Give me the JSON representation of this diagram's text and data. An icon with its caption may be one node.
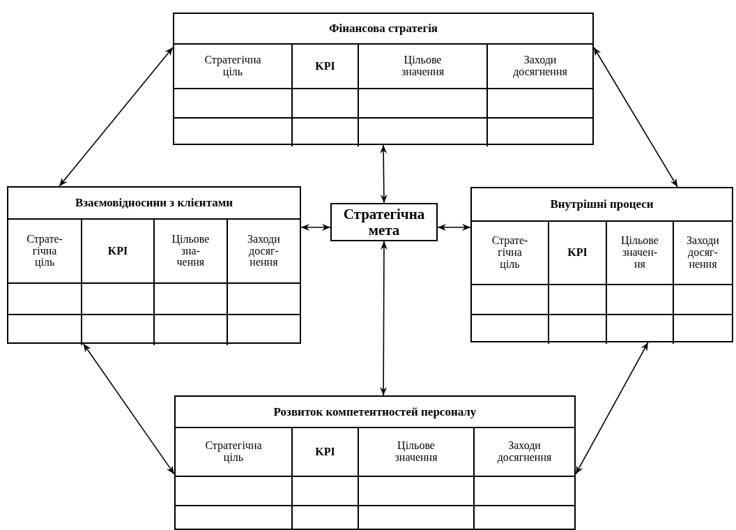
{
  "diagram": {
    "nodes": [
      {
        "text": [
          "Фінансова стратегія",
          "Стратегічна ціль",
          "KPI",
          "Цільове значення",
          "Заходи досягнення"
        ]
      },
      {
        "text": [
          "Взаємовідносини з клієнтами",
          "Страте- гічна ціль",
          "KPI",
          "Цільове зна- чення",
          "Заходи досяг- нення"
        ]
      },
      {
        "text": [
          "Внутрішні процеси",
          "Страте- гічна ціль",
          "KPI",
          "Цільове значен- ня",
          "Заходи досяг- нення"
        ]
      },
      {
        "text": [
          "Розвиток компетентностей персоналу",
          "Стратегічна ціль",
          "KPI",
          "Цільове значення",
          "Заходи досягнення"
        ]
      },
      {
        "text": [
          "Стратегічна мета"
        ]
      }
    ],
    "edges": [
      {
        "from": 0,
        "to": 1,
        "arrow": "both"
      },
      {
        "from": 0,
        "to": 2,
        "arrow": "both"
      },
      {
        "from": 0,
        "to": 4,
        "arrow": "both"
      },
      {
        "from": 1,
        "to": 4,
        "arrow": "both"
      },
      {
        "from": 4,
        "to": 2,
        "arrow": "both"
      },
      {
        "from": 4,
        "to": 3,
        "arrow": "both"
      },
      {
        "from": 1,
        "to": 3,
        "arrow": "both"
      },
      {
        "from": 2,
        "to": 3,
        "arrow": "both"
      }
    ]
  }
}
